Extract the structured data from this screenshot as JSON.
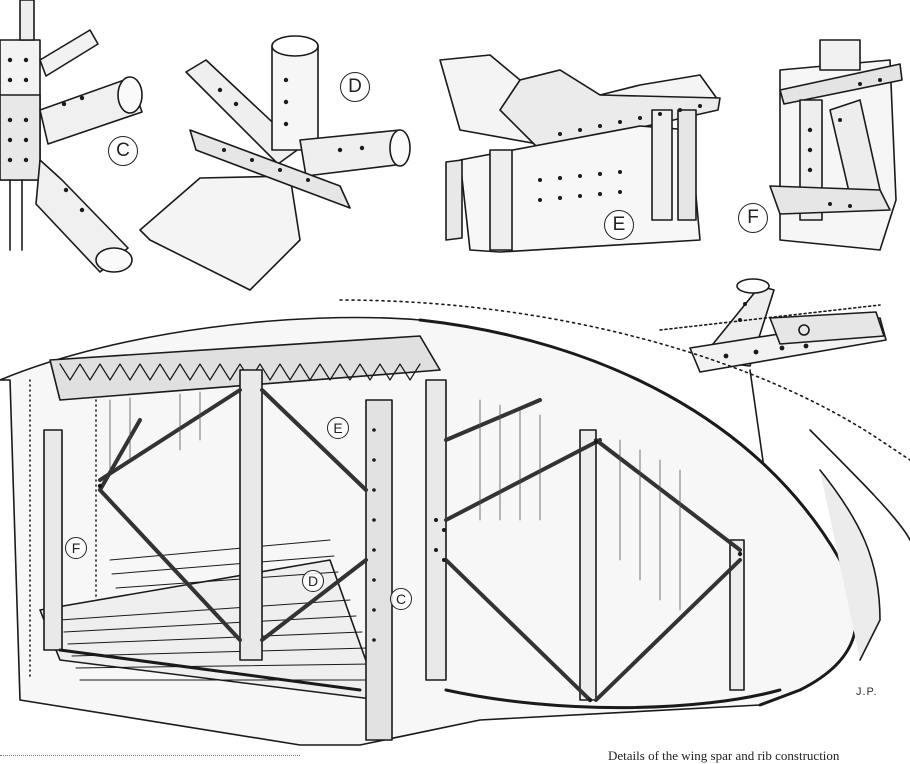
{
  "callouts": {
    "top_c": "C",
    "top_d": "D",
    "top_e": "E",
    "top_f": "F",
    "main_e": "E",
    "main_f": "F",
    "main_d": "D",
    "main_c": "C"
  },
  "initials": "J.P.",
  "caption": "Details of the wing spar and rib construction",
  "colors": {
    "ink": "#1a1a1a",
    "paper": "#ffffff"
  }
}
